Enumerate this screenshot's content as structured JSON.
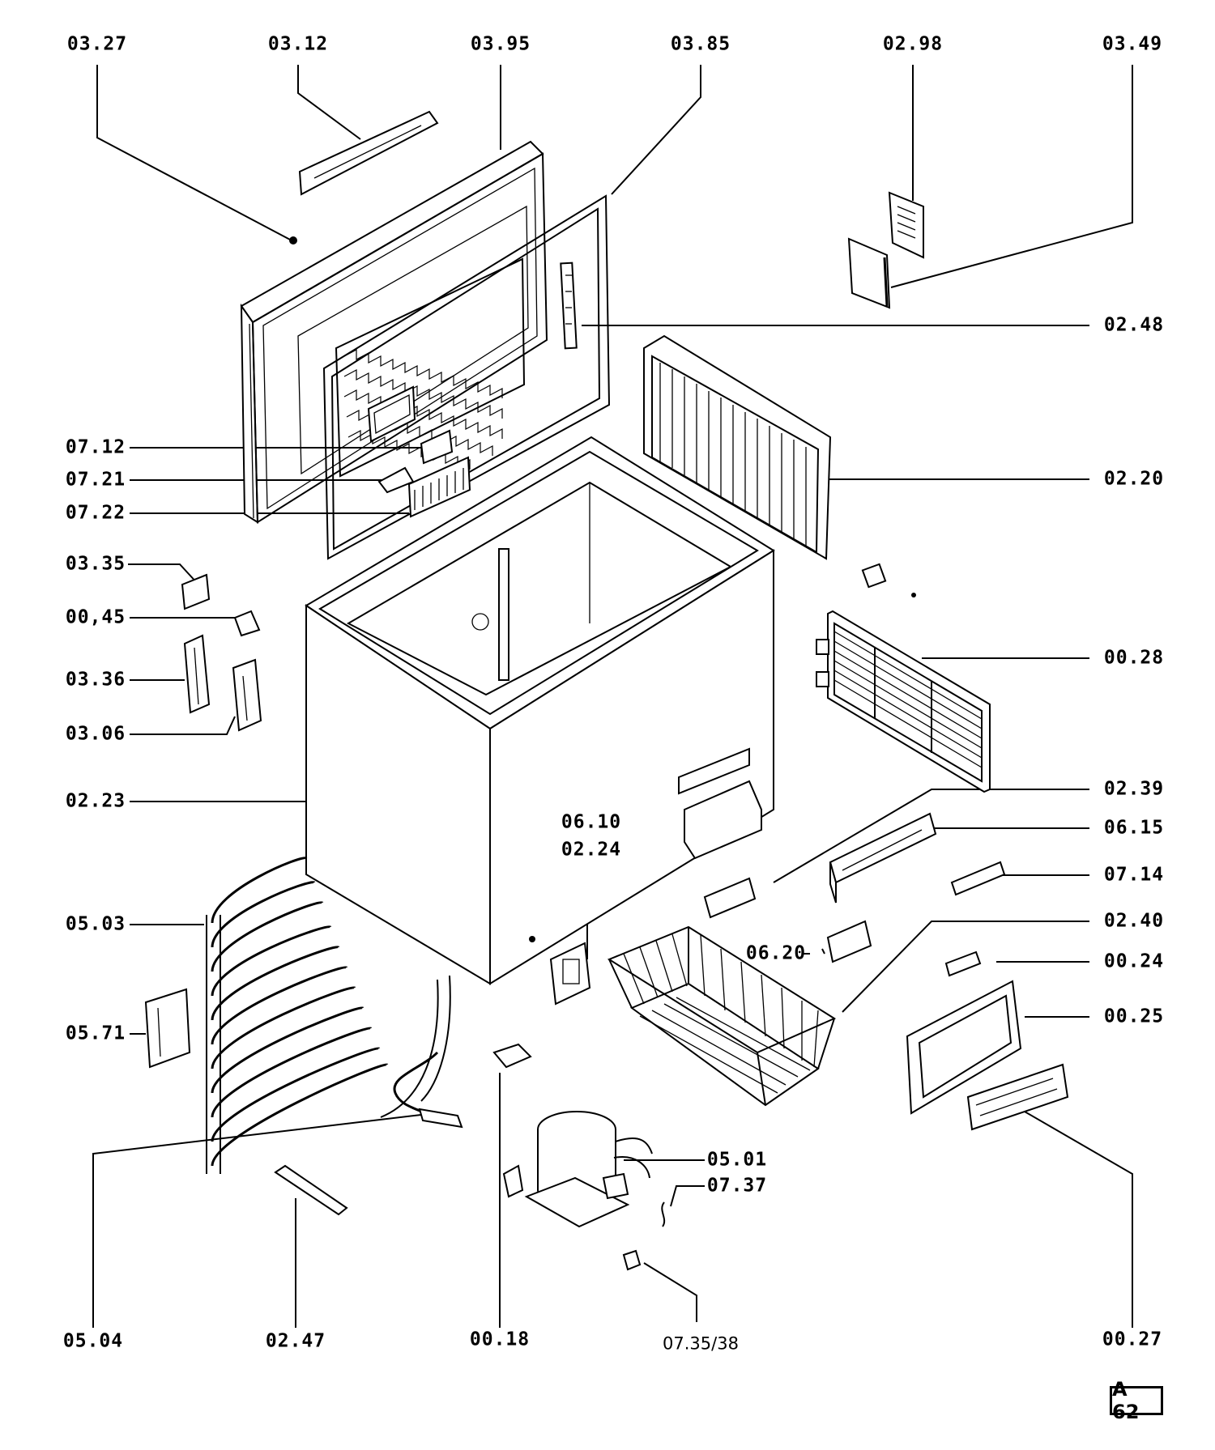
{
  "labels": {
    "l_03_27": "03.27",
    "l_03_12": "03.12",
    "l_03_95": "03.95",
    "l_03_85": "03.85",
    "l_02_98": "02.98",
    "l_03_49": "03.49",
    "l_02_48": "02.48",
    "l_02_20": "02.20",
    "l_07_12": "07.12",
    "l_07_21": "07.21",
    "l_07_22": "07.22",
    "l_03_35": "03.35",
    "l_00_45": "00,45",
    "l_03_36": "03.36",
    "l_03_06": "03.06",
    "l_00_28": "00.28",
    "l_02_23": "02.23",
    "l_02_39": "02.39",
    "l_06_10": "06.10",
    "l_06_15": "06.15",
    "l_02_24": "02.24",
    "l_07_14": "07.14",
    "l_05_03": "05.03",
    "l_02_40": "02.40",
    "l_06_20": "06.20",
    "l_00_24": "00.24",
    "l_05_71": "05.71",
    "l_00_25": "00.25",
    "l_05_01": "05.01",
    "l_07_37": "07.37",
    "l_05_04": "05.04",
    "l_02_47": "02.47",
    "l_00_18": "00.18",
    "l_07_35_38": "07.35/38",
    "l_00_27": "00.27"
  },
  "sheet_code": "A 62"
}
